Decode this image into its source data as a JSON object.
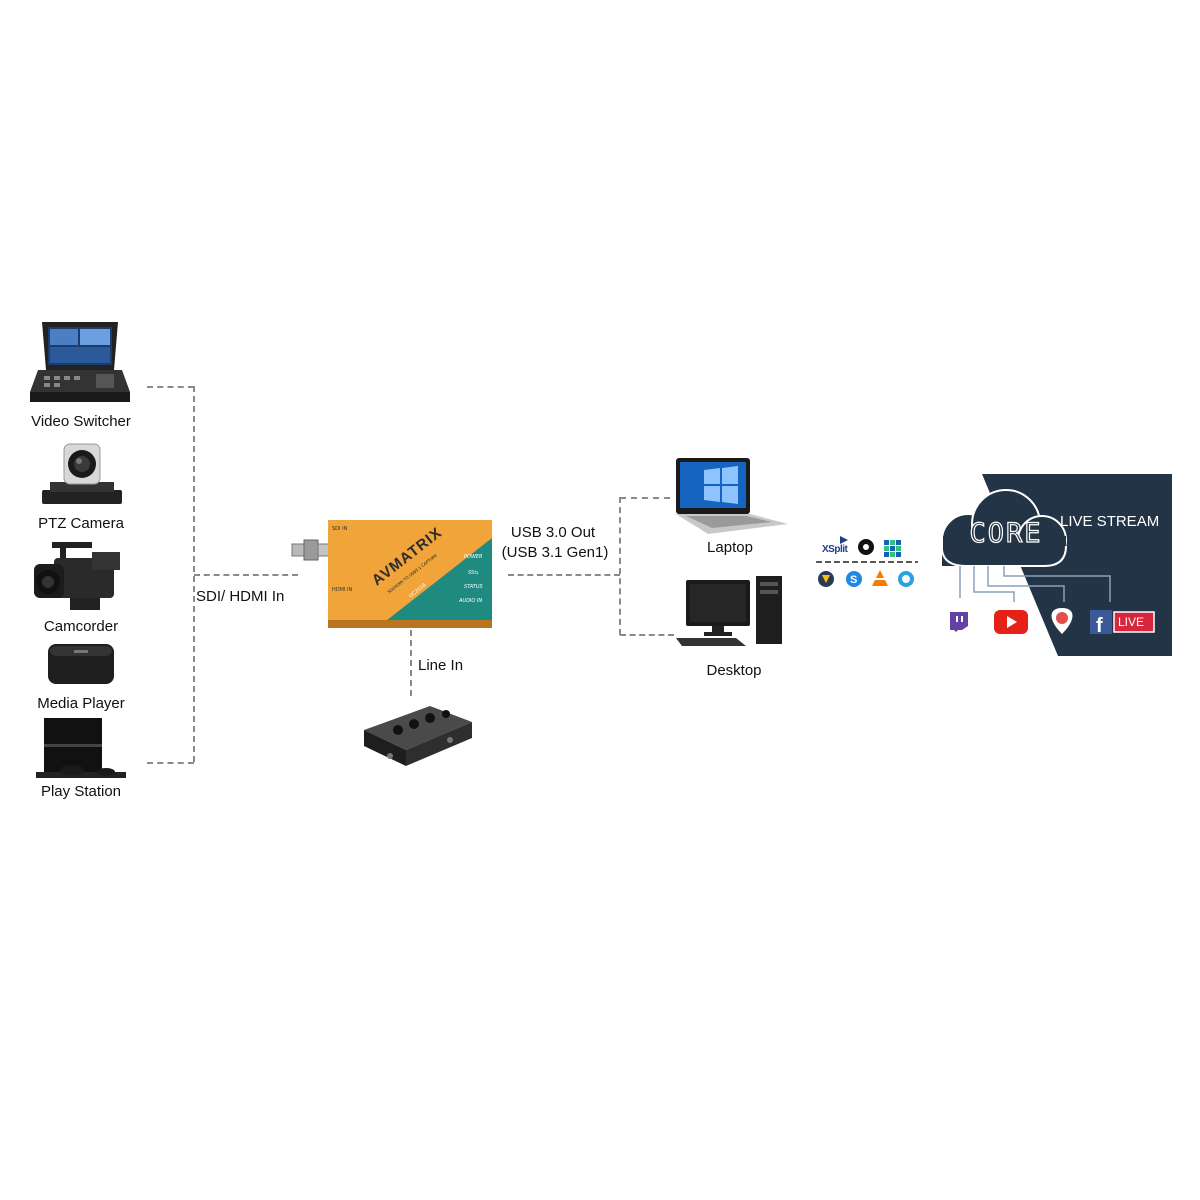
{
  "sources": [
    {
      "label": "Video Switcher"
    },
    {
      "label": "PTZ Camera"
    },
    {
      "label": "Camcorder"
    },
    {
      "label": "Media Player"
    },
    {
      "label": "Play Station"
    }
  ],
  "connections": {
    "input_label": "SDI/ HDMI In",
    "output_label_line1": "USB 3.0 Out",
    "output_label_line2": "(USB 3.1 Gen1)",
    "line_in_label": "Line In"
  },
  "device": {
    "brand": "AVMATRIX",
    "model": "UC2018",
    "subtitle": "SDI/HDMI TO USB3.1 CAPTURE",
    "port_sdi": "SDI IN",
    "port_hdmi": "HDMI IN",
    "led_power": "POWER",
    "led_usb": "SS⇆",
    "led_status": "STATUS",
    "led_audio": "AUDIO IN",
    "colors": {
      "orange": "#f0a43a",
      "teal": "#1f8a80"
    }
  },
  "computers": [
    {
      "label": "Laptop"
    },
    {
      "label": "Desktop"
    }
  ],
  "software": {
    "xsplit": "XSplit",
    "icons": [
      "xsplit-icon",
      "obs-icon",
      "wirecast-icon",
      "vmix-icon",
      "skype-icon",
      "vlc-icon",
      "quicktime-icon"
    ]
  },
  "stream": {
    "cloud_text": "CORE",
    "title": "LIVE STREAM",
    "panel_color": "#243447",
    "platforms": [
      "twitch-icon",
      "youtube-icon",
      "periscope-icon",
      "facebook-live-icon"
    ],
    "fb_live_text": "LIVE"
  }
}
